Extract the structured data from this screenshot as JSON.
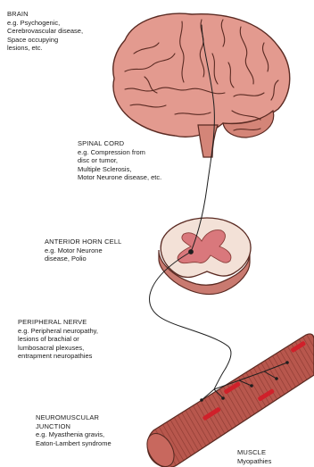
{
  "labels": {
    "brain": {
      "heading": "BRAIN",
      "lines": [
        "e.g. Psychogenic,",
        "Cerebrovascular disease,",
        "Space occupying",
        "lesions, etc."
      ]
    },
    "spinal_cord": {
      "heading": "SPINAL CORD",
      "lines": [
        "e.g. Compression from",
        "disc or tumor,",
        "Multiple Sclerosis,",
        "Motor Neurone disease, etc."
      ]
    },
    "anterior_horn_cell": {
      "heading": "ANTERIOR HORN CELL",
      "lines": [
        "e.g. Motor Neurone",
        "disease, Polio"
      ]
    },
    "peripheral_nerve": {
      "heading": "PERIPHERAL NERVE",
      "lines": [
        "e.g. Peripheral neuropathy,",
        "lesions of brachial or",
        "lumbosacral plexuses,",
        "entrapment neuropathies"
      ]
    },
    "neuromuscular_junction": {
      "heading": "NEUROMUSCULAR",
      "heading2": "JUNCTION",
      "lines": [
        "e.g. Myasthenia gravis,",
        "Eaton-Lambert syndrome"
      ]
    },
    "muscle": {
      "heading": "MUSCLE",
      "lines": [
        "Myopathies"
      ]
    }
  },
  "colors": {
    "brain_fill": "#e39a8f",
    "brain_stroke": "#5a2a22",
    "cord_outer": "#f3e1d7",
    "cord_grey_matter": "#d9787c",
    "cord_side": "#c97a70",
    "muscle_fill": "#b8574d",
    "muscle_stripe": "#8e3a32",
    "muscle_mark": "#d0202a",
    "nerve_stroke": "#1e1e1e"
  }
}
